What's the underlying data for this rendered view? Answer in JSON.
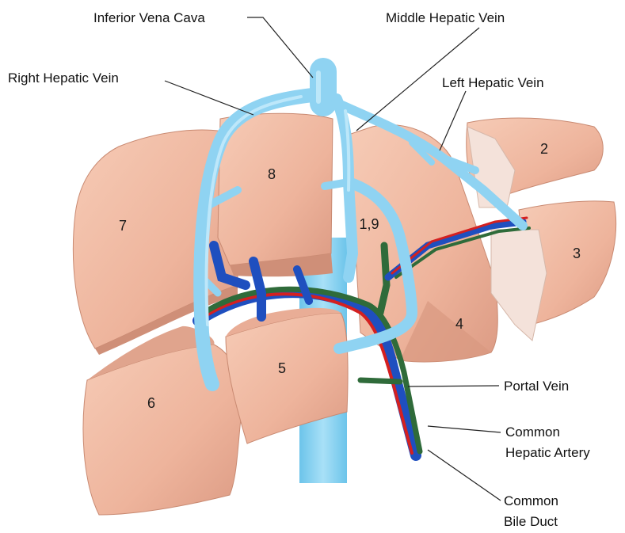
{
  "labels": {
    "inferior_vena_cava": "Inferior Vena Cava",
    "middle_hepatic_vein": "Middle Hepatic Vein",
    "right_hepatic_vein": "Right Hepatic Vein",
    "left_hepatic_vein": "Left Hepatic Vein",
    "portal_vein": "Portal Vein",
    "common_hepatic_artery_line1": "Common",
    "common_hepatic_artery_line2": "Hepatic Artery",
    "common_bile_duct_line1": "Common",
    "common_bile_duct_line2": "Bile Duct"
  },
  "segments": {
    "s1_9": "1,9",
    "s2": "2",
    "s3": "3",
    "s4": "4",
    "s5": "5",
    "s6": "6",
    "s7": "7",
    "s8": "8"
  },
  "colors": {
    "liver": "#f0b9a2",
    "liver_shade": "#dd9e86",
    "liver_edge": "#c98a72",
    "vein": "#8fd3f2",
    "vein_dark": "#5fb6e0",
    "portal": "#1f4fbf",
    "artery": "#d42020",
    "bile": "#2f6b3a",
    "ligament": "#f4e2da"
  }
}
